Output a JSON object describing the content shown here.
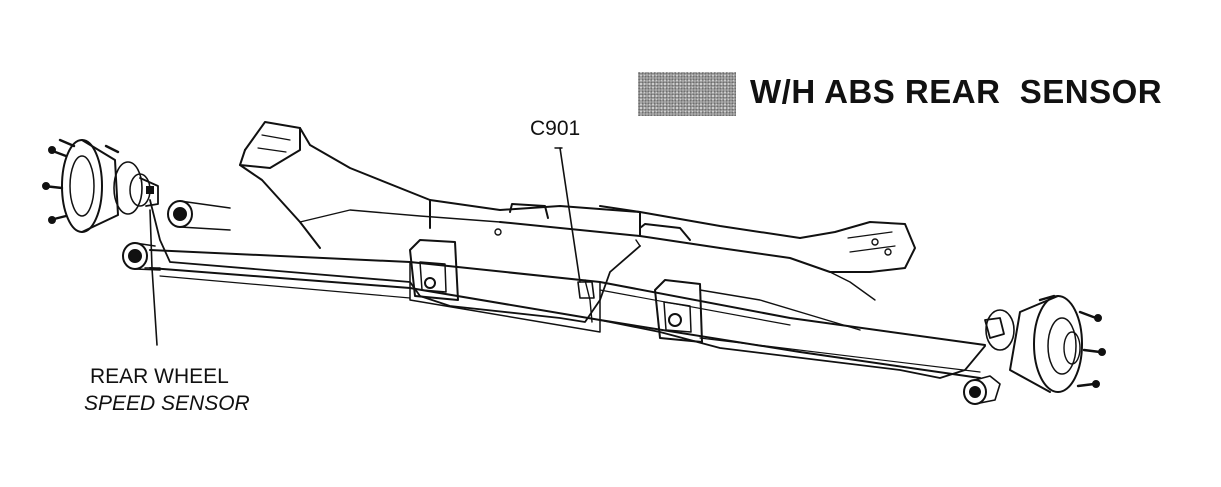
{
  "legend": {
    "title": "W/H ABS REAR  SENSOR",
    "swatch_color": "#a8a8a8"
  },
  "callouts": {
    "connector": "C901",
    "sensor_line1": "REAR WHEEL",
    "sensor_line2": "SPEED SENSOR"
  },
  "colors": {
    "ink": "#111111",
    "background": "#ffffff"
  }
}
